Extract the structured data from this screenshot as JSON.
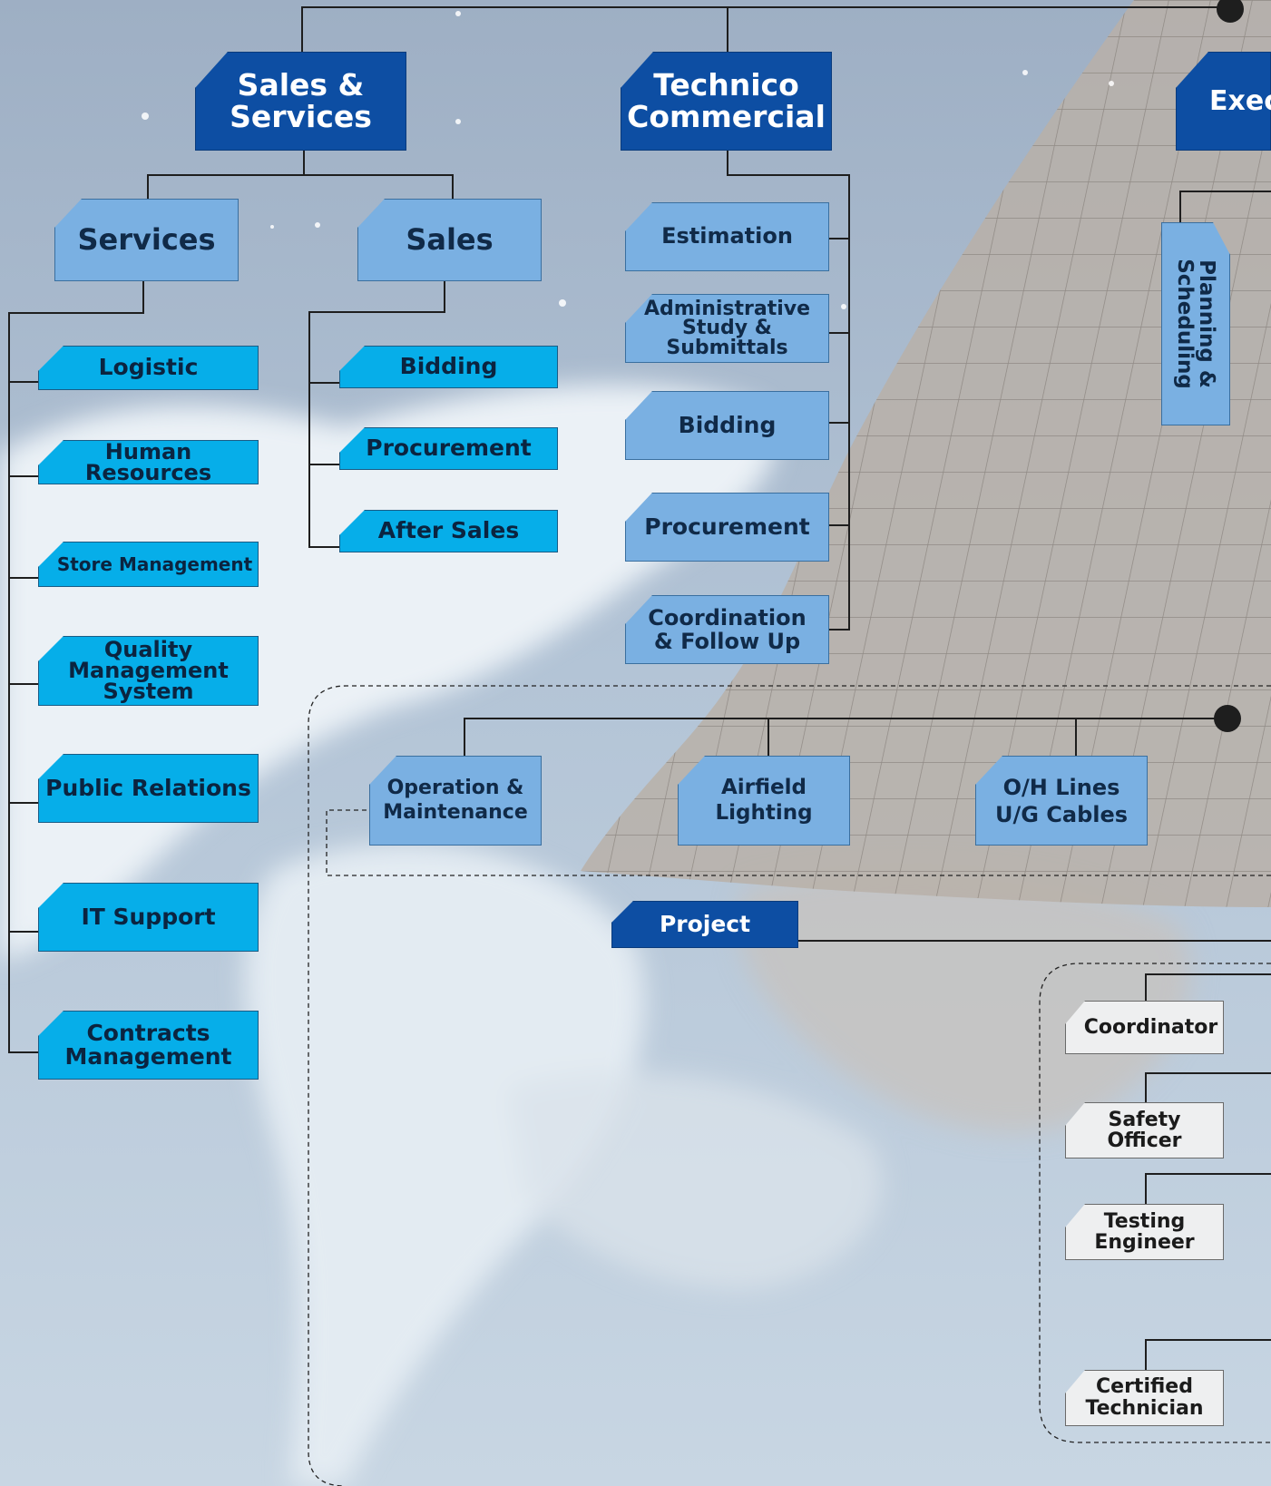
{
  "top_level": {
    "sales_services": "Sales &\nServices",
    "technico_commercial": "Technico\nCommercial",
    "execution": "Exec"
  },
  "sales_services_branch": {
    "services": "Services",
    "sales": "Sales",
    "services_items": [
      "Logistic",
      "Human\nResources",
      "Store Management",
      "Quality\nManagement\nSystem",
      "Public Relations",
      "IT Support",
      "Contracts\nManagement"
    ],
    "sales_items": [
      "Bidding",
      "Procurement",
      "After Sales"
    ]
  },
  "technico_commercial_branch": {
    "items": [
      "Estimation",
      "Administrative\nStudy &\nSubmittals",
      "Bidding",
      "Procurement",
      "Coordination\n& Follow Up"
    ]
  },
  "execution_branch": {
    "planning": "Planning &\nScheduling",
    "divisions": [
      "Operation &\nMaintenance",
      "Airfield\nLighting",
      "O/H Lines\nU/G Cables"
    ],
    "project": "Project",
    "project_staff": [
      "Coordinator",
      "Safety\nOfficer",
      "Testing\nEngineer",
      "Certified\nTechnician"
    ]
  },
  "colors": {
    "dark_box": "#0d4ea3",
    "mid_box": "#7ab0e2",
    "cyan_box": "#06aee9",
    "white_box": "#eeeff0",
    "line": "#1e1e1e"
  }
}
